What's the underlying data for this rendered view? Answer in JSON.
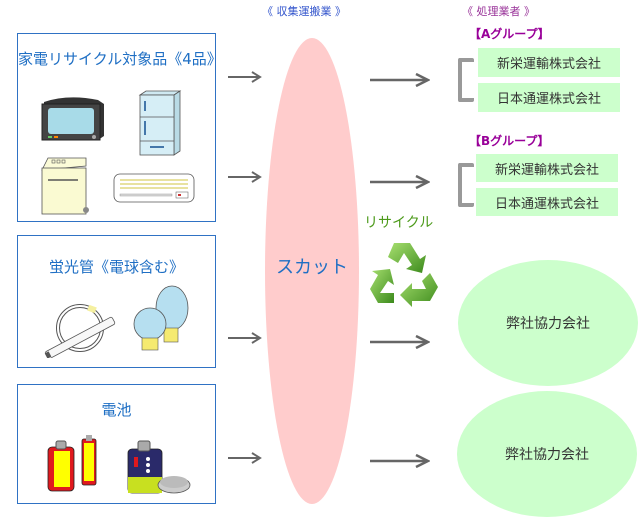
{
  "headers": {
    "collection": "《 収集運搬業 》",
    "processing": "《 処理業者 》"
  },
  "items": [
    {
      "title": "家電リサイクル対象品《4品》",
      "icons": [
        "tv-icon",
        "refrigerator-icon",
        "washing-machine-icon",
        "air-conditioner-icon"
      ]
    },
    {
      "title": "蛍光管《電球含む》",
      "icons": [
        "fluorescent-tube-icon",
        "light-bulb-icon"
      ]
    },
    {
      "title": "電池",
      "icons": [
        "battery-icon",
        "button-cell-icon"
      ]
    }
  ],
  "collector": {
    "label": "スカット",
    "color": "#ffcccc"
  },
  "recycle": {
    "label": "リサイクル",
    "icon": "recycle-icon"
  },
  "groups": [
    {
      "label": "【Aグループ】",
      "companies": [
        "新栄運輸株式会社",
        "日本通運株式会社"
      ]
    },
    {
      "label": "【Bグループ】",
      "companies": [
        "新栄運輸株式会社",
        "日本通運株式会社"
      ]
    }
  ],
  "partners": [
    {
      "label": "弊社協力会社"
    },
    {
      "label": "弊社協力会社"
    }
  ],
  "colors": {
    "item_border": "#2f72c4",
    "item_title": "#1f6fc4",
    "company_bg": "#ccffcc",
    "group_label": "#990099",
    "arrow": "#666666",
    "bracket": "#999999"
  }
}
